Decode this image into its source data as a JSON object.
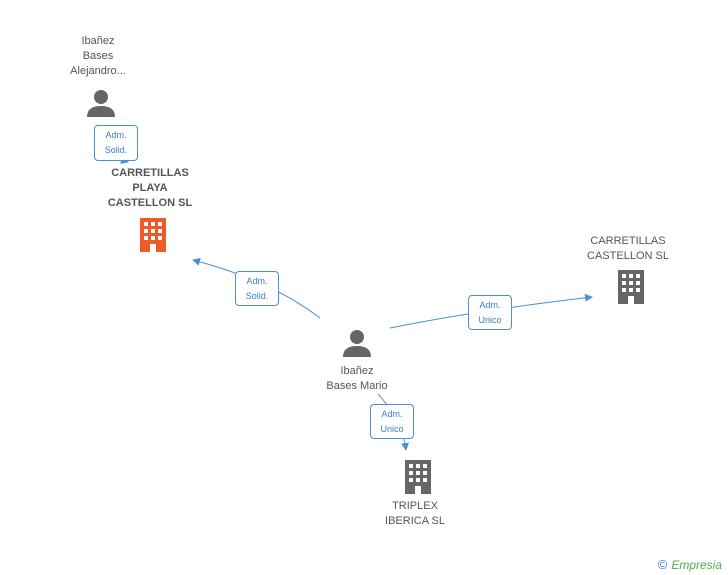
{
  "nodes": {
    "alejandro": {
      "label": "Ibañez\nBases\nAlejandro..."
    },
    "playa": {
      "label": "CARRETILLAS\nPLAYA\nCASTELLON SL"
    },
    "castellon": {
      "label": "CARRETILLAS\nCASTELLON SL"
    },
    "mario": {
      "label": "Ibañez\nBases Mario"
    },
    "triplex": {
      "label": "TRIPLEX\nIBERICA SL"
    }
  },
  "edges": {
    "alejandro_playa": {
      "label": "Adm.\nSolid."
    },
    "mario_playa": {
      "label": "Adm.\nSolid."
    },
    "mario_castellon": {
      "label": "Adm.\nUnico"
    },
    "mario_triplex": {
      "label": "Adm.\nUnico"
    }
  },
  "colors": {
    "edge": "#4a8fd8",
    "person_icon": "#666666",
    "company_icon": "#666666",
    "main_company_icon": "#f05a28"
  },
  "footer": {
    "copyright_symbol": "©",
    "brand": "Empresia"
  }
}
